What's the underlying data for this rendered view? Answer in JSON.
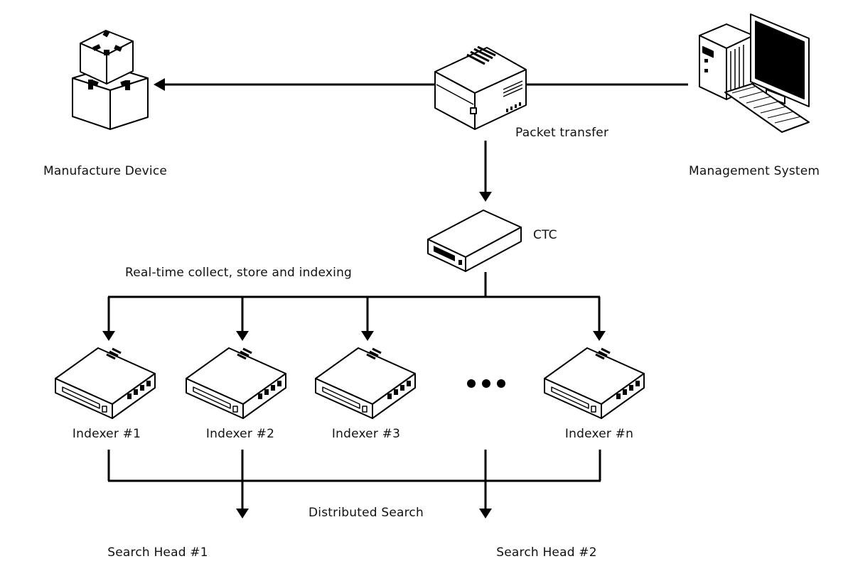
{
  "labels": {
    "manufacture_device": "Manufacture Device",
    "management_system": "Management System",
    "packet_transfer": "Packet transfer",
    "ctc": "CTC",
    "realtime": "Real-time collect, store and indexing",
    "distributed_search": "Distributed Search",
    "ellipsis_title": "more indexers"
  },
  "indexers": [
    {
      "label": "Indexer #1"
    },
    {
      "label": "Indexer #2"
    },
    {
      "label": "Indexer #3"
    },
    {
      "label": "Indexer #n"
    }
  ],
  "search_heads": [
    {
      "label": "Search Head #1"
    },
    {
      "label": "Search Head #2"
    }
  ],
  "colors": {
    "line": "#000000",
    "fill": "#ffffff",
    "text": "#111111"
  },
  "icons": {
    "manufacture_device": "stacked-boxes-icon",
    "server": "server-box-icon",
    "management_system": "desktop-computer-icon",
    "ctc": "rack-server-icon",
    "indexer": "network-switch-icon"
  }
}
